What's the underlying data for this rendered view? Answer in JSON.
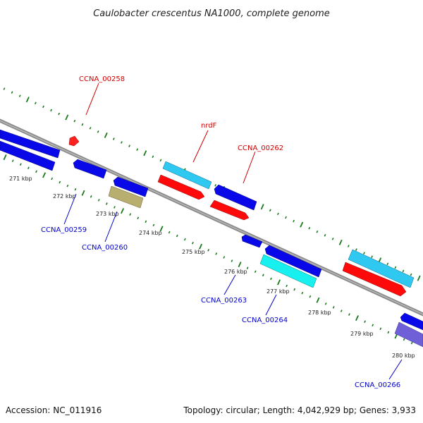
{
  "title": "Caulobacter crescentus NA1000, complete genome",
  "footer": {
    "accession": "Accession: NC_011916",
    "summary": "Topology: circular; Length: 4,042,929 bp; Genes: 3,933"
  },
  "colors": {
    "backbone": "#8a8a8a",
    "ticks": "#1a7a1a",
    "forward_cds": "#e00000",
    "reverse_cds": "#0000e0",
    "label_forward": "#d00000",
    "label_reverse": "#0000cc"
  },
  "scale_ticks": [
    {
      "label": "271 kbp"
    },
    {
      "label": "272 kbp"
    },
    {
      "label": "273 kbp"
    },
    {
      "label": "274 kbp"
    },
    {
      "label": "275 kbp"
    },
    {
      "label": "276 kbp"
    },
    {
      "label": "277 kbp"
    },
    {
      "label": "278 kbp"
    },
    {
      "label": "279 kbp"
    },
    {
      "label": "280 kbp"
    }
  ],
  "gene_labels": [
    {
      "text": "CCNA_00258",
      "strand": "forward"
    },
    {
      "text": "nrdF",
      "strand": "forward"
    },
    {
      "text": "CCNA_00262",
      "strand": "forward"
    },
    {
      "text": "CCNA_00259",
      "strand": "reverse"
    },
    {
      "text": "CCNA_00260",
      "strand": "reverse"
    },
    {
      "text": "CCNA_00263",
      "strand": "reverse"
    },
    {
      "text": "CCNA_00264",
      "strand": "reverse"
    },
    {
      "text": "CCNA_00266",
      "strand": "reverse"
    }
  ]
}
